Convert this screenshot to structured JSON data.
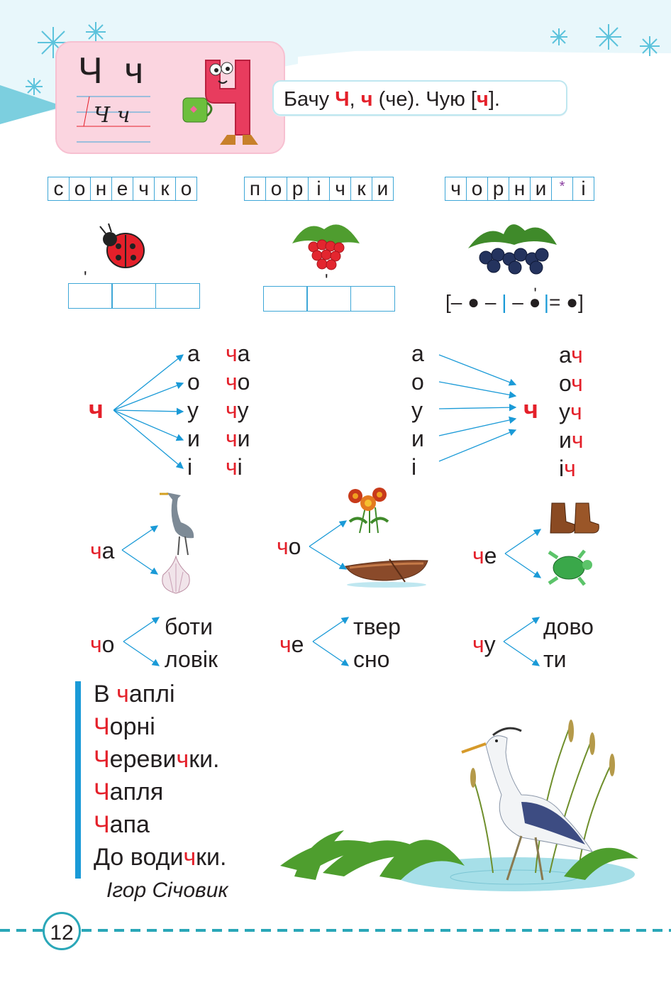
{
  "header": {
    "letters": "Ч ч",
    "script_letters": "Ч ч",
    "say_text_before": "Бачу ",
    "say_upper": "Ч",
    "say_comma": ", ",
    "say_lower": "ч",
    "say_mid": " (че). Чую [",
    "say_sound": "ч",
    "say_end": "]."
  },
  "words": [
    {
      "name": "sonechko",
      "letters": [
        "с",
        "о",
        "н",
        "е",
        "ч",
        "к",
        "о"
      ]
    },
    {
      "name": "porichky",
      "letters": [
        "п",
        "о",
        "р",
        "і",
        "ч",
        "к",
        "и"
      ]
    },
    {
      "name": "chornytsi",
      "letters": [
        "ч",
        "о",
        "р",
        "н",
        "и",
        "*",
        "і"
      ]
    }
  ],
  "scheme": {
    "text_a": "[– ● –",
    "text_b": "– ●",
    "text_c": "= ●]"
  },
  "syllables_left": {
    "consonant": "ч",
    "vowels": [
      "а",
      "о",
      "у",
      "и",
      "і"
    ],
    "results": [
      {
        "c": "ч",
        "v": "а"
      },
      {
        "c": "ч",
        "v": "о"
      },
      {
        "c": "ч",
        "v": "у"
      },
      {
        "c": "ч",
        "v": "и"
      },
      {
        "c": "ч",
        "v": "і"
      }
    ]
  },
  "syllables_right": {
    "consonant": "ч",
    "vowels": [
      "а",
      "о",
      "у",
      "и",
      "і"
    ],
    "results": [
      {
        "v": "а",
        "c": "ч"
      },
      {
        "v": "о",
        "c": "ч"
      },
      {
        "v": "у",
        "c": "ч"
      },
      {
        "v": "и",
        "c": "ч"
      },
      {
        "v": "і",
        "c": "ч"
      }
    ]
  },
  "pic_syllables": [
    {
      "c": "ч",
      "v": "а"
    },
    {
      "c": "ч",
      "v": "о"
    },
    {
      "c": "ч",
      "v": "е"
    }
  ],
  "word_builders": [
    {
      "c": "ч",
      "v": "о",
      "endings": [
        "боти",
        "ловік"
      ]
    },
    {
      "c": "ч",
      "v": "е",
      "endings": [
        "твер",
        "сно"
      ]
    },
    {
      "c": "ч",
      "v": "у",
      "endings": [
        "дово",
        "ти"
      ]
    }
  ],
  "poem": {
    "lines": [
      {
        "a": "В ",
        "r": "ч",
        "b": "аплі"
      },
      {
        "a": "",
        "r": "Ч",
        "b": "орні"
      },
      {
        "a": "",
        "r": "Ч",
        "b": "ереви",
        "r2": "ч",
        "c": "ки."
      },
      {
        "a": "",
        "r": "Ч",
        "b": "апля"
      },
      {
        "a": "",
        "r": "Ч",
        "b": "апа"
      },
      {
        "a": "До води",
        "r": "ч",
        "b": "ки."
      }
    ],
    "author": "Ігор Січовик"
  },
  "page_number": "12",
  "colors": {
    "accent_red": "#e4202a",
    "line_blue": "#3ea7d7",
    "arrow_blue": "#1a9ad7",
    "card_pink": "#fbd5e0",
    "teal": "#2aa7b8"
  }
}
